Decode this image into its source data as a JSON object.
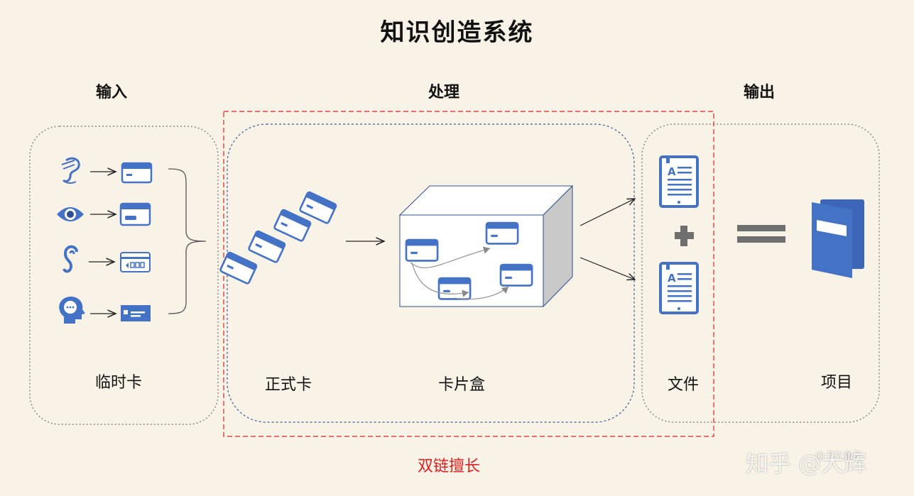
{
  "title": "知识创造系统",
  "headings": {
    "input": "输入",
    "process": "处理",
    "output": "输出"
  },
  "labels": {
    "temp_card": "临时卡",
    "formal_card": "正式卡",
    "card_box": "卡片盒",
    "document": "文件",
    "project": "项目"
  },
  "footer_label": "双链擅长",
  "watermark": {
    "main": "知乎 @大辉",
    "small": "@卡片盒子"
  },
  "colors": {
    "accent_blue": "#4472c4",
    "red_dashed": "#e02020",
    "gray": "#6f6f6f",
    "background": "#f8f3e6"
  },
  "icons": [
    "ear-listen-icon",
    "eye-icon",
    "ear-icon",
    "head-thought-icon",
    "card-icon",
    "book-icon",
    "document-icon",
    "plus-icon",
    "equals-icon"
  ]
}
